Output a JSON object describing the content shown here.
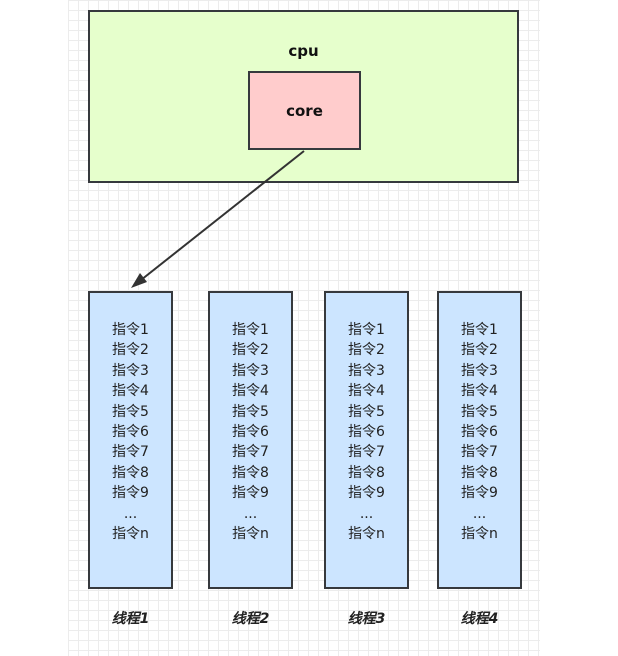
{
  "cpu": {
    "label": "cpu"
  },
  "core": {
    "label": "core"
  },
  "threads": [
    {
      "label": "线程1",
      "instructions": [
        "指令1",
        "指令2",
        "指令3",
        "指令4",
        "指令5",
        "指令6",
        "指令7",
        "指令8",
        "指令9",
        "...",
        "指令n"
      ]
    },
    {
      "label": "线程2",
      "instructions": [
        "指令1",
        "指令2",
        "指令3",
        "指令4",
        "指令5",
        "指令6",
        "指令7",
        "指令8",
        "指令9",
        "...",
        "指令n"
      ]
    },
    {
      "label": "线程3",
      "instructions": [
        "指令1",
        "指令2",
        "指令3",
        "指令4",
        "指令5",
        "指令6",
        "指令7",
        "指令8",
        "指令9",
        "...",
        "指令n"
      ]
    },
    {
      "label": "线程4",
      "instructions": [
        "指令1",
        "指令2",
        "指令3",
        "指令4",
        "指令5",
        "指令6",
        "指令7",
        "指令8",
        "指令9",
        "...",
        "指令n"
      ]
    }
  ],
  "colors": {
    "cpu_fill": "#e6ffcc",
    "core_fill": "#ffcccc",
    "thread_fill": "#cce5ff",
    "border": "#36393d"
  }
}
